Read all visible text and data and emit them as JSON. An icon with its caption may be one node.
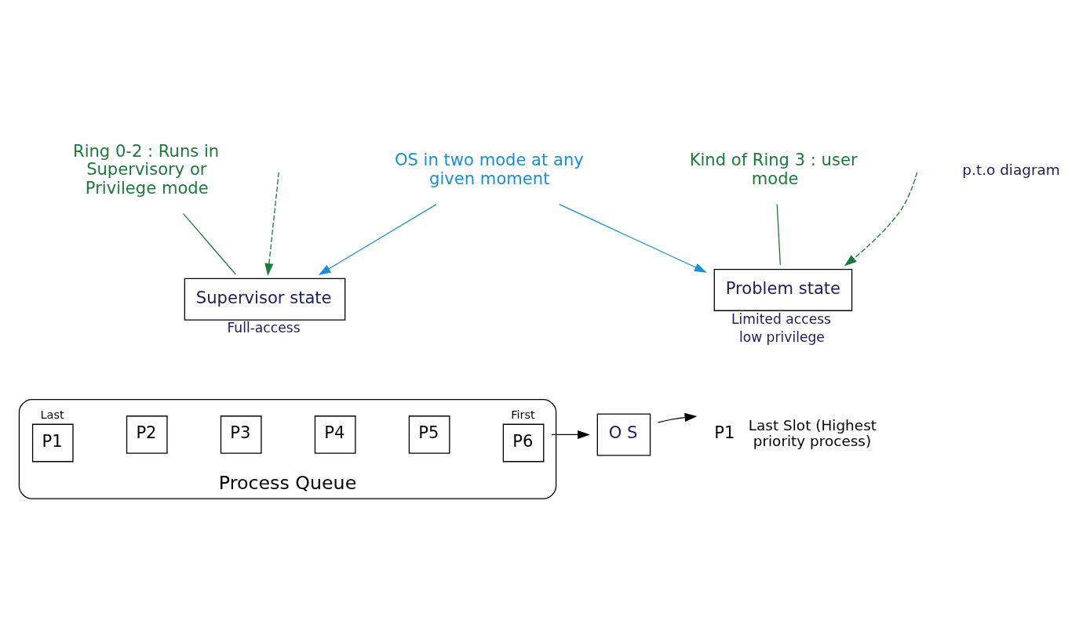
{
  "diagram": {
    "nodes": [
      {
        "text": [
          "OS in two mode at any given moment"
        ]
      },
      {
        "text": [
          "Ring 0-2 : Runs in Supervisory or Privilege mode"
        ]
      },
      {
        "text": [
          "Supervisor state"
        ],
        "beside": [
          "Full-access"
        ]
      },
      {
        "text": [
          "Kind of Ring 3 : user mode"
        ]
      },
      {
        "text": [
          "Problem state"
        ],
        "beside": [
          "Limited access",
          "low privilege"
        ]
      },
      {
        "text": [
          "Process Queue"
        ]
      },
      {
        "text": [
          "P1"
        ],
        "in": 5,
        "beside": [
          "Last"
        ]
      },
      {
        "text": [
          "P2"
        ],
        "in": 5
      },
      {
        "text": [
          "P3"
        ],
        "in": 5
      },
      {
        "text": [
          "P4"
        ],
        "in": 5
      },
      {
        "text": [
          "P5"
        ],
        "in": 5
      },
      {
        "text": [
          "P6"
        ],
        "in": 5,
        "beside": [
          "First"
        ]
      },
      {
        "text": [
          "O S"
        ]
      },
      {
        "text": [
          "P1"
        ],
        "beside": [
          "Last Slot (Highest priority process)"
        ]
      }
    ],
    "edges": [
      {
        "from": 0,
        "to": 2,
        "arrow": "to",
        "color": "#1a8fd6"
      },
      {
        "from": 0,
        "to": 4,
        "arrow": "to",
        "color": "#1a8fd6"
      },
      {
        "from": 1,
        "to": 2,
        "arrow": "none",
        "color": "#1e7a3c"
      },
      {
        "from": 3,
        "to": 4,
        "arrow": "none",
        "color": "#1e7a3c"
      },
      {
        "from": 11,
        "to": 12,
        "arrow": "to",
        "color": "#000000"
      },
      {
        "from": 12,
        "to": 13,
        "arrow": "to",
        "color": "#000000"
      },
      {
        "from": null,
        "to": 2,
        "arrow": "to",
        "style": "dashed",
        "color": "#1e7a3c"
      },
      {
        "from": null,
        "to": 4,
        "arrow": "to",
        "style": "dashed",
        "color": "#1e7a3c"
      }
    ],
    "labels": [
      "p.t.o diagram"
    ]
  }
}
